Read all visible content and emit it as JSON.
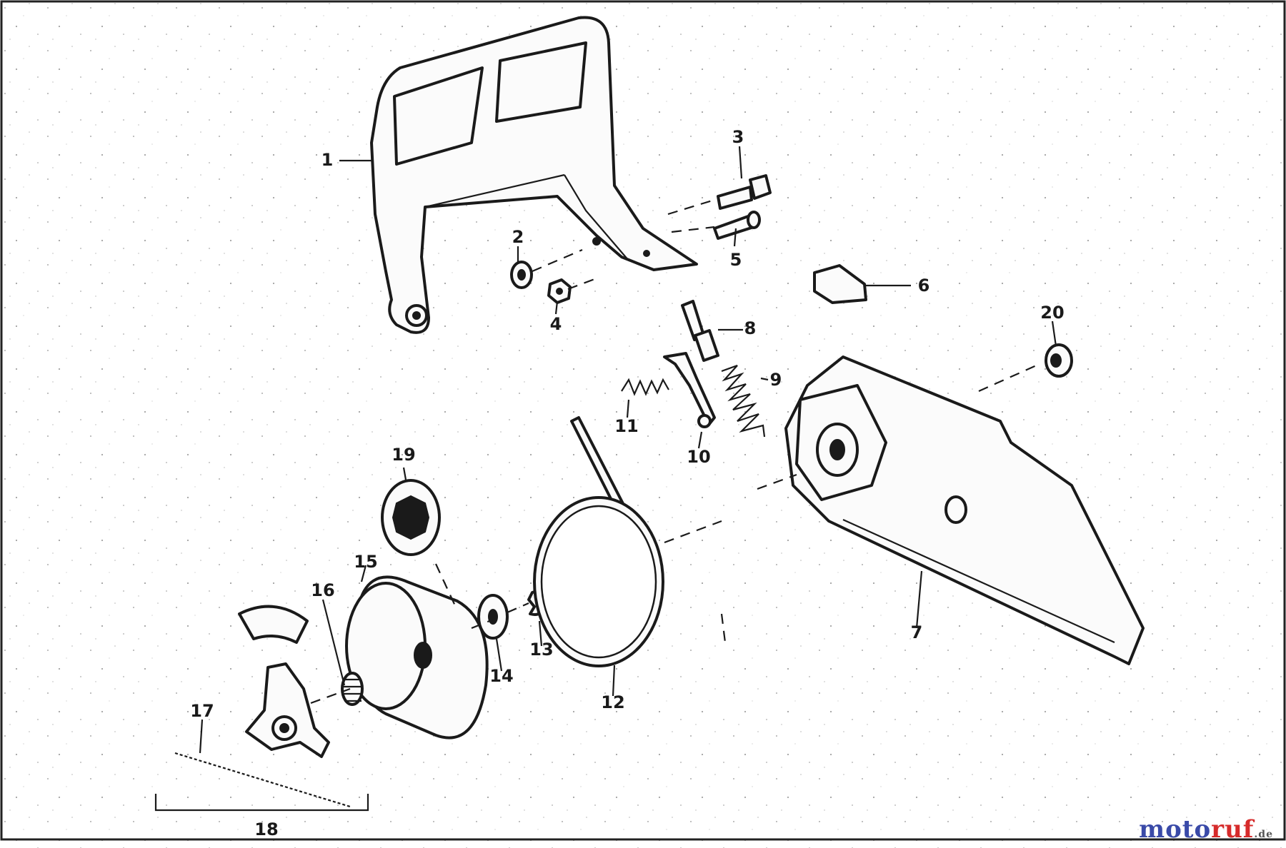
{
  "labels": {
    "l1": "1",
    "l2": "2",
    "l3": "3",
    "l4": "4",
    "l5": "5",
    "l6": "6",
    "l7": "7",
    "l8": "8",
    "l9": "9",
    "l10": "10",
    "l11": "11",
    "l12": "12",
    "l13": "13",
    "l14": "14",
    "l15": "15",
    "l16": "16",
    "l17": "17",
    "l18": "18",
    "l19": "19",
    "l20": "20"
  },
  "watermark": {
    "brand_a": "moto",
    "brand_b": "ruf",
    "tld": ".de"
  }
}
